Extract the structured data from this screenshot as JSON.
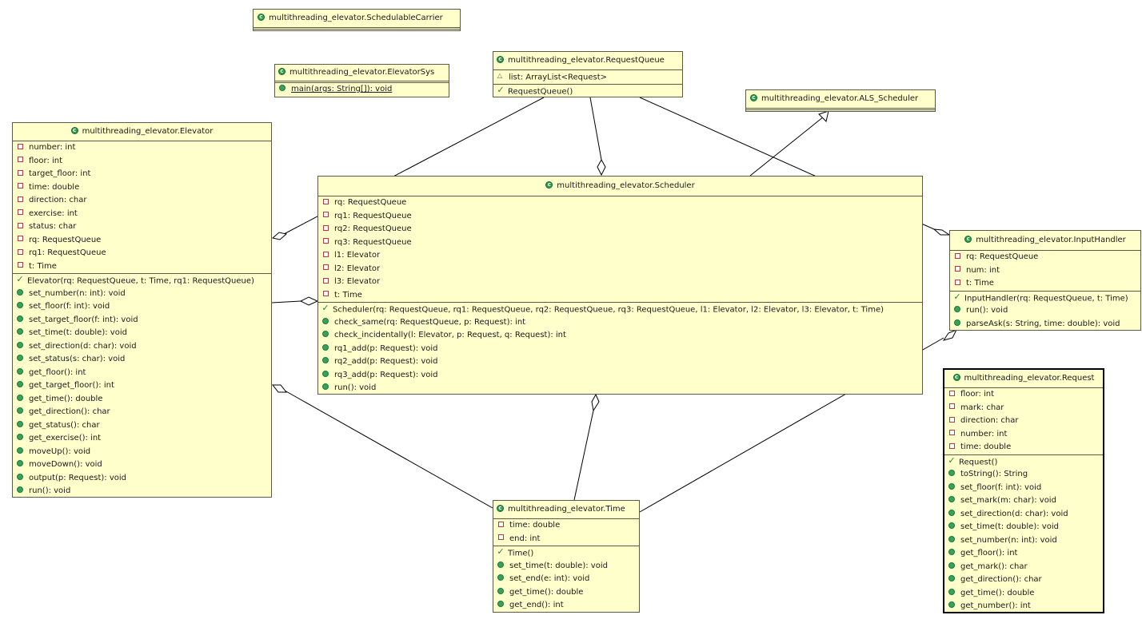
{
  "classes": {
    "schedulable_carrier": {
      "name": "multithreading_elevator.SchedulableCarrier",
      "fields": [],
      "methods": []
    },
    "elevator_sys": {
      "name": "multithreading_elevator.ElevatorSys",
      "fields": [],
      "methods": [
        {
          "icon": "public-method-icon",
          "text": "main(args: String[]): void",
          "static": true
        }
      ]
    },
    "request_queue": {
      "name": "multithreading_elevator.RequestQueue",
      "fields": [
        {
          "icon": "package-field-icon",
          "text": "list: ArrayList<Request>"
        }
      ],
      "methods": [
        {
          "icon": "constructor-icon",
          "text": "RequestQueue()"
        }
      ]
    },
    "als_scheduler": {
      "name": "multithreading_elevator.ALS_Scheduler",
      "fields": [],
      "methods": []
    },
    "elevator": {
      "name": "multithreading_elevator.Elevator",
      "fields": [
        {
          "icon": "private-field-icon",
          "text": "number: int"
        },
        {
          "icon": "private-field-icon",
          "text": "floor: int"
        },
        {
          "icon": "private-field-icon",
          "text": "target_floor: int"
        },
        {
          "icon": "private-field-icon",
          "text": "time: double"
        },
        {
          "icon": "private-field-icon",
          "text": "direction: char"
        },
        {
          "icon": "private-field-icon",
          "text": "exercise: int"
        },
        {
          "icon": "private-field-icon",
          "text": "status: char"
        },
        {
          "icon": "private-field-icon",
          "text": "rq: RequestQueue"
        },
        {
          "icon": "private-field-icon",
          "text": "rq1: RequestQueue"
        },
        {
          "icon": "private-field-icon",
          "text": "t: Time"
        }
      ],
      "methods": [
        {
          "icon": "constructor-icon",
          "text": "Elevator(rq: RequestQueue, t: Time, rq1: RequestQueue)"
        },
        {
          "icon": "public-method-icon",
          "text": "set_number(n: int): void"
        },
        {
          "icon": "public-method-icon",
          "text": "set_floor(f: int): void"
        },
        {
          "icon": "public-method-icon",
          "text": "set_target_floor(f: int): void"
        },
        {
          "icon": "public-method-icon",
          "text": "set_time(t: double): void"
        },
        {
          "icon": "public-method-icon",
          "text": "set_direction(d: char): void"
        },
        {
          "icon": "public-method-icon",
          "text": "set_status(s: char): void"
        },
        {
          "icon": "public-method-icon",
          "text": "get_floor(): int"
        },
        {
          "icon": "public-method-icon",
          "text": "get_target_floor(): int"
        },
        {
          "icon": "public-method-icon",
          "text": "get_time(): double"
        },
        {
          "icon": "public-method-icon",
          "text": "get_direction(): char"
        },
        {
          "icon": "public-method-icon",
          "text": "get_status(): char"
        },
        {
          "icon": "public-method-icon",
          "text": "get_exercise(): int"
        },
        {
          "icon": "public-method-icon",
          "text": "moveUp(): void"
        },
        {
          "icon": "public-method-icon",
          "text": "moveDown(): void"
        },
        {
          "icon": "public-method-icon",
          "text": "output(p: Request): void"
        },
        {
          "icon": "public-method-icon",
          "text": "run(): void"
        }
      ]
    },
    "scheduler": {
      "name": "multithreading_elevator.Scheduler",
      "fields": [
        {
          "icon": "private-field-icon",
          "text": "rq: RequestQueue"
        },
        {
          "icon": "private-field-icon",
          "text": "rq1: RequestQueue"
        },
        {
          "icon": "private-field-icon",
          "text": "rq2: RequestQueue"
        },
        {
          "icon": "private-field-icon",
          "text": "rq3: RequestQueue"
        },
        {
          "icon": "private-field-icon",
          "text": "l1: Elevator"
        },
        {
          "icon": "private-field-icon",
          "text": "l2: Elevator"
        },
        {
          "icon": "private-field-icon",
          "text": "l3: Elevator"
        },
        {
          "icon": "private-field-icon",
          "text": "t: Time"
        }
      ],
      "methods": [
        {
          "icon": "constructor-icon",
          "text": "Scheduler(rq: RequestQueue, rq1: RequestQueue, rq2: RequestQueue, rq3: RequestQueue, l1: Elevator, l2: Elevator, l3: Elevator, t: Time)"
        },
        {
          "icon": "public-method-icon",
          "text": "check_same(rq: RequestQueue, p: Request): int"
        },
        {
          "icon": "public-method-icon",
          "text": "check_incidentally(l: Elevator, p: Request, q: Request): int"
        },
        {
          "icon": "public-method-icon",
          "text": "rq1_add(p: Request): void"
        },
        {
          "icon": "public-method-icon",
          "text": "rq2_add(p: Request): void"
        },
        {
          "icon": "public-method-icon",
          "text": "rq3_add(p: Request): void"
        },
        {
          "icon": "public-method-icon",
          "text": "run(): void"
        }
      ]
    },
    "input_handler": {
      "name": "multithreading_elevator.InputHandler",
      "fields": [
        {
          "icon": "private-field-icon",
          "text": "rq: RequestQueue"
        },
        {
          "icon": "private-field-icon",
          "text": "num: int"
        },
        {
          "icon": "private-field-icon",
          "text": "t: Time"
        }
      ],
      "methods": [
        {
          "icon": "constructor-icon",
          "text": "InputHandler(rq: RequestQueue, t: Time)"
        },
        {
          "icon": "public-method-icon",
          "text": "run(): void"
        },
        {
          "icon": "public-method-icon",
          "text": "parseAsk(s: String, time: double): void"
        }
      ]
    },
    "request": {
      "name": "multithreading_elevator.Request",
      "fields": [
        {
          "icon": "private-field-icon",
          "text": "floor: int"
        },
        {
          "icon": "private-field-icon",
          "text": "mark: char"
        },
        {
          "icon": "private-field-icon",
          "text": "direction: char"
        },
        {
          "icon": "private-field-icon",
          "text": "number: int"
        },
        {
          "icon": "private-field-icon",
          "text": "time: double"
        }
      ],
      "methods": [
        {
          "icon": "constructor-icon",
          "text": "Request()"
        },
        {
          "icon": "public-method-icon",
          "text": "toString(): String"
        },
        {
          "icon": "public-method-icon",
          "text": "set_floor(f: int): void"
        },
        {
          "icon": "public-method-icon",
          "text": "set_mark(m: char): void"
        },
        {
          "icon": "public-method-icon",
          "text": "set_direction(d: char): void"
        },
        {
          "icon": "public-method-icon",
          "text": "set_time(t: double): void"
        },
        {
          "icon": "public-method-icon",
          "text": "set_number(n: int): void"
        },
        {
          "icon": "public-method-icon",
          "text": "get_floor(): int"
        },
        {
          "icon": "public-method-icon",
          "text": "get_mark(): char"
        },
        {
          "icon": "public-method-icon",
          "text": "get_direction(): char"
        },
        {
          "icon": "public-method-icon",
          "text": "get_time(): double"
        },
        {
          "icon": "public-method-icon",
          "text": "get_number(): int"
        }
      ]
    },
    "time": {
      "name": "multithreading_elevator.Time",
      "fields": [
        {
          "icon": "private-field-icon",
          "text": "time: double"
        },
        {
          "icon": "private-field-icon",
          "text": "end: int"
        }
      ],
      "methods": [
        {
          "icon": "constructor-icon",
          "text": "Time()"
        },
        {
          "icon": "public-method-icon",
          "text": "set_time(t: double): void"
        },
        {
          "icon": "public-method-icon",
          "text": "set_end(e: int): void"
        },
        {
          "icon": "public-method-icon",
          "text": "get_time(): double"
        },
        {
          "icon": "public-method-icon",
          "text": "get_end(): int"
        }
      ]
    }
  },
  "relations": [
    {
      "type": "aggregation",
      "from": "request_queue",
      "to": "elevator"
    },
    {
      "type": "aggregation",
      "from": "request_queue",
      "to": "scheduler"
    },
    {
      "type": "aggregation",
      "from": "request_queue",
      "to": "input_handler"
    },
    {
      "type": "generalization",
      "from": "scheduler",
      "to": "als_scheduler"
    },
    {
      "type": "aggregation",
      "from": "elevator",
      "to": "scheduler"
    },
    {
      "type": "aggregation",
      "from": "time",
      "to": "elevator"
    },
    {
      "type": "aggregation",
      "from": "time",
      "to": "scheduler"
    },
    {
      "type": "aggregation",
      "from": "time",
      "to": "input_handler"
    }
  ],
  "colors": {
    "class_fill": "#ffffcc",
    "class_border": "#5a5a4a",
    "class_icon": "#2f9a4e",
    "private_field": "#b43c3c",
    "public_method": "#3aa05a"
  }
}
